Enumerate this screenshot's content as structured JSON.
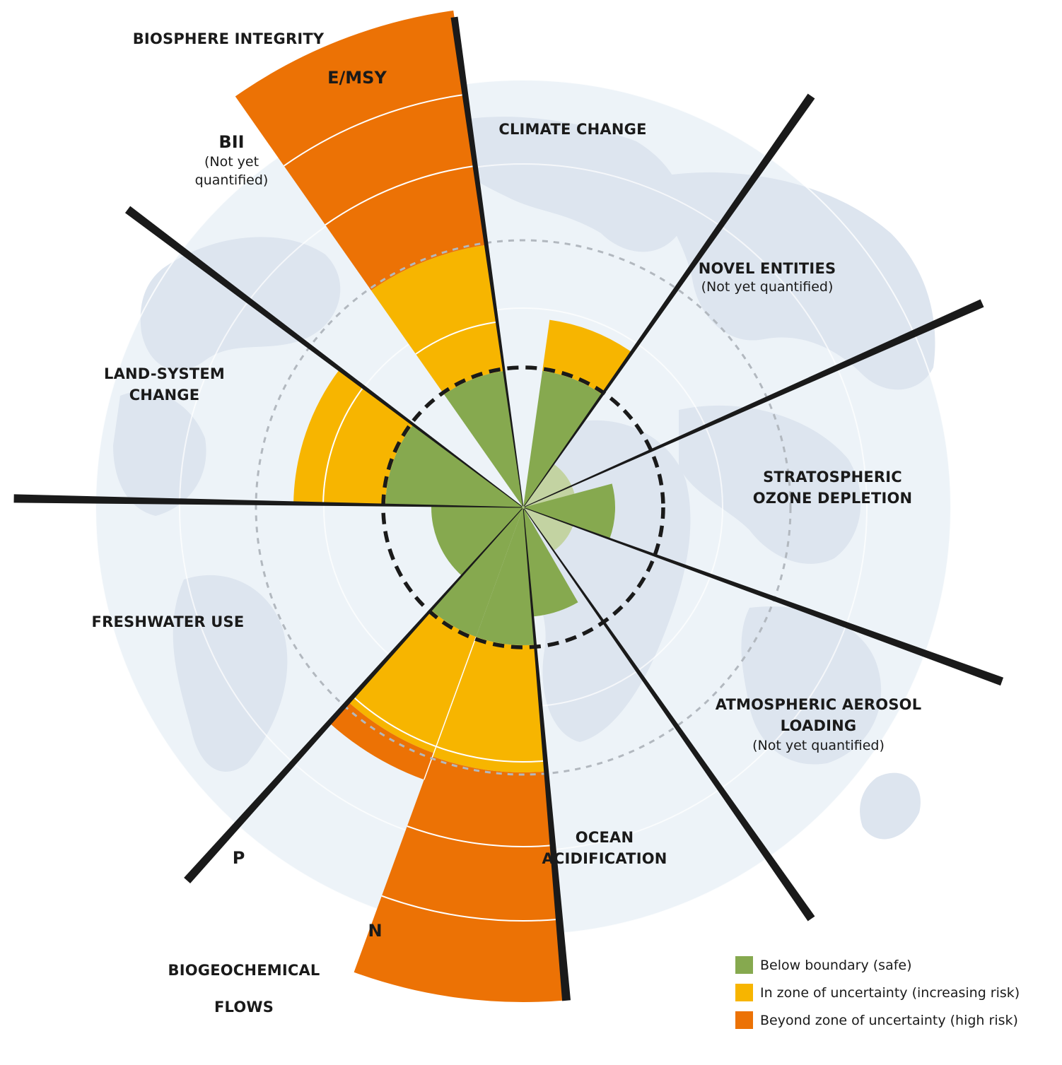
{
  "colors": {
    "safe": "#86a94f",
    "safe_light": "#c3d3a2",
    "uncertainty": "#f7b500",
    "high_risk": "#ec7205",
    "globe": "#edf3f8",
    "land": "#dde5ef",
    "boundary": "#1a1a1a",
    "ring": "#b2b8bf"
  },
  "labels": {
    "biosphere_integrity": {
      "title": "BIOSPHERE INTEGRITY"
    },
    "emsy": {
      "code": "E/MSY"
    },
    "bii": {
      "code": "BII",
      "note": "(Not yet\nquantified)"
    },
    "climate_change": {
      "title": "CLIMATE CHANGE"
    },
    "novel_entities": {
      "title": "NOVEL ENTITIES",
      "note": "(Not yet quantified)"
    },
    "ozone": {
      "title": "STRATOSPHERIC\nOZONE DEPLETION"
    },
    "aerosol": {
      "title": "ATMOSPHERIC AEROSOL\nLOADING",
      "note": "(Not yet quantified)"
    },
    "ocean": {
      "title": "OCEAN\nACIDIFICATION"
    },
    "biogeochemical": {
      "title": "BIOGEOCHEMICAL\n\nFLOWS"
    },
    "p": {
      "code": "P"
    },
    "n": {
      "code": "N"
    },
    "freshwater": {
      "title": "FRESHWATER USE"
    },
    "land_system": {
      "title": "LAND-SYSTEM\nCHANGE"
    }
  },
  "legend": [
    {
      "label": "Below boundary (safe)",
      "color": "#86a94f"
    },
    {
      "label": "In zone of uncertainty (increasing risk)",
      "color": "#f7b500"
    },
    {
      "label": "Beyond zone of uncertainty (high risk)",
      "color": "#ec7205"
    }
  ]
}
